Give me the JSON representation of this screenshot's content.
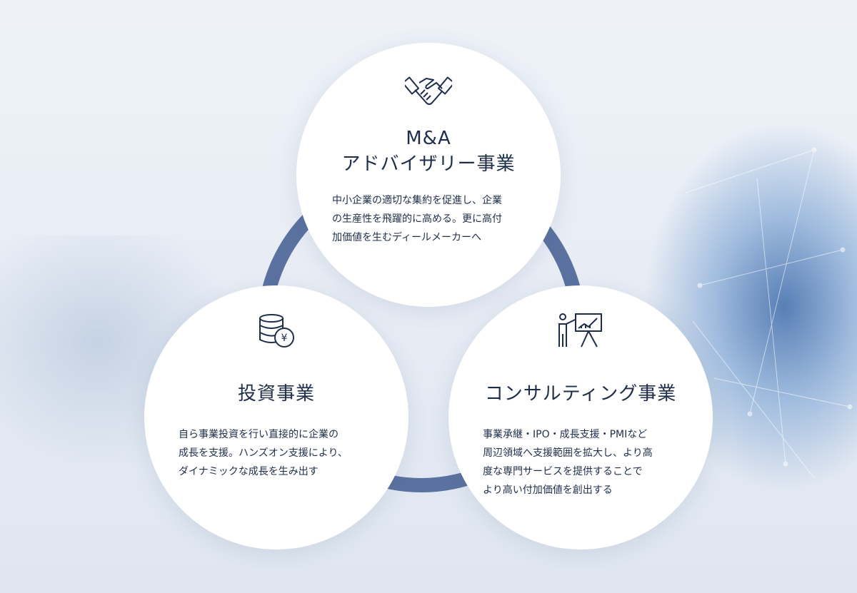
{
  "services": [
    {
      "icon": "handshake-icon",
      "title_line1": "M&A",
      "title_line2": "アドバイザリー事業",
      "description": "中小企業の適切な集約を促進し、企業\nの生産性を飛躍的に高める。更に高付\n加価値を生むディールメーカーへ"
    },
    {
      "icon": "yen-coins-icon",
      "title": "投資事業",
      "description": "自ら事業投資を行い直接的に企業の\n成長を支援。ハンズオン支援により、\nダイナミックな成長を生み出す"
    },
    {
      "icon": "presentation-chart-icon",
      "title": "コンサルティング事業",
      "description": "事業承継・IPO・成長支援・PMIなど\n周辺領域へ支援範囲を拡大し、より高\n度な専門サービスを提供することで\nより高い付加価値を創出する"
    }
  ],
  "colors": {
    "text": "#1f2d4d",
    "ring": "#5b72a0"
  }
}
